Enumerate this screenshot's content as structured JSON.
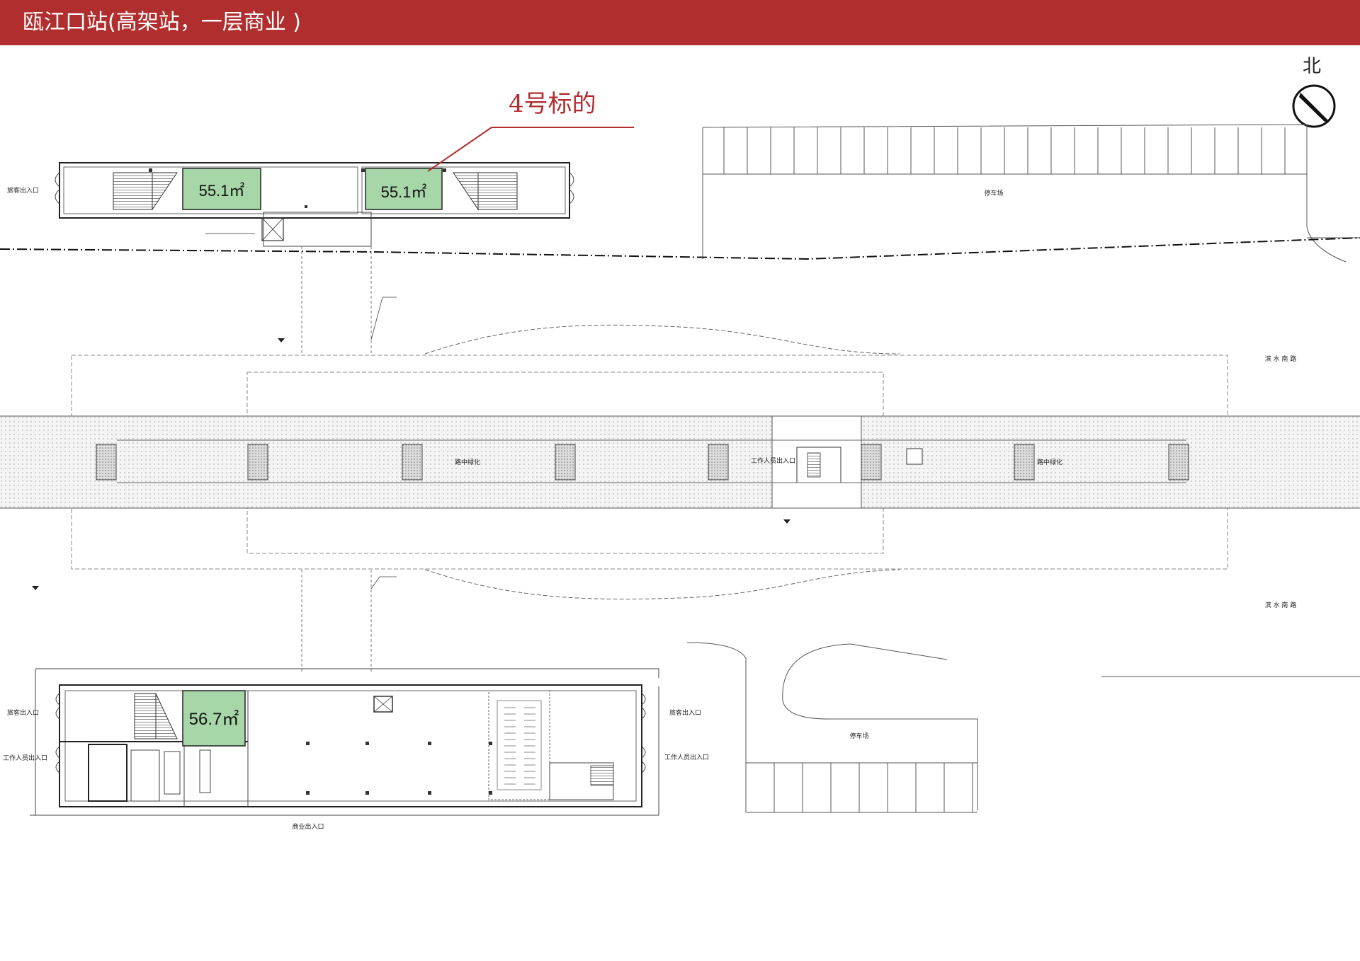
{
  "page": {
    "title": "瓯江口站(高架站，一层商业 )"
  },
  "north": {
    "label": "北"
  },
  "callout": {
    "text": "4号标的",
    "color": "#b12e2f"
  },
  "areas": {
    "north_west": "55.1㎡",
    "north_east": "55.1㎡",
    "south_west": "56.7㎡",
    "fill_color": "#a7d7a8"
  },
  "labels": {
    "passenger_entrance_nw": "旅客出入口",
    "parking_north": "停车场",
    "road_1": "滨 水 南 路",
    "road_2": "滨 水 南 路",
    "median_green_left": "路中绿化",
    "median_green_right": "路中绿化",
    "staff_entrance_center": "工作人员出入口",
    "passenger_entrance_sw": "旅客出入口",
    "staff_entrance_sw": "工作人员出入口",
    "passenger_entrance_se": "旅客出入口",
    "staff_entrance_se": "工作人员出入口",
    "parking_south": "停车场",
    "commercial_entrance": "商业出入口"
  }
}
